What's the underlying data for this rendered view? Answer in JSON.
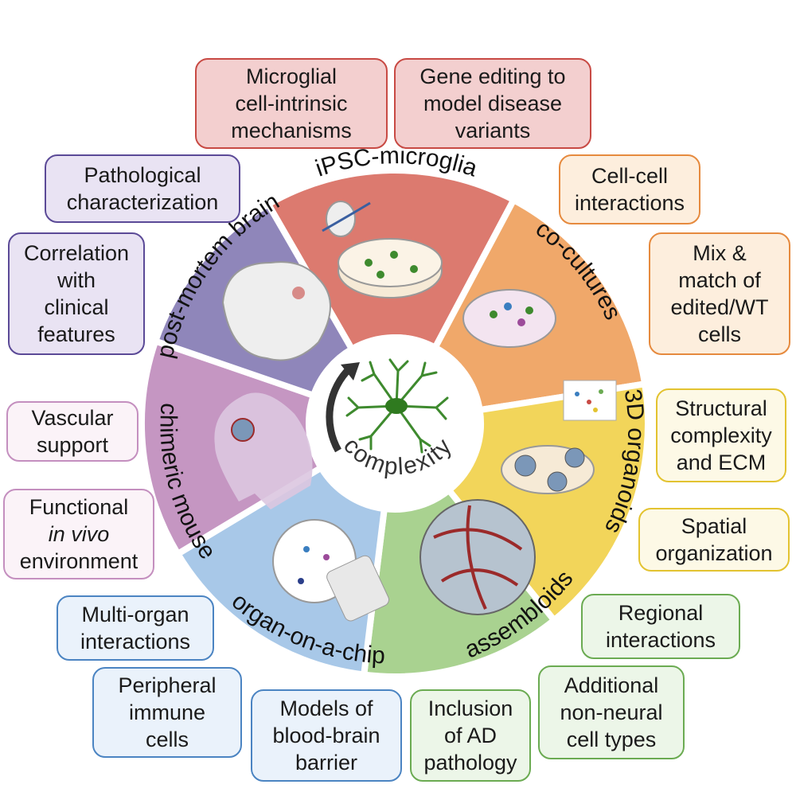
{
  "center": {
    "label": "complexity"
  },
  "segments": [
    {
      "label": "iPSC-microglia",
      "color": "#dc7a6f"
    },
    {
      "label": "co-cultures",
      "color": "#f0a86a"
    },
    {
      "label": "3D organoids",
      "color": "#f2d55a"
    },
    {
      "label": "assembloids",
      "color": "#a9d290"
    },
    {
      "label": "organ-on-a-chip",
      "color": "#a8c8e8"
    },
    {
      "label": "chimeric mouse",
      "color": "#c596c2"
    },
    {
      "label": "post-mortem brain",
      "color": "#8f86ba"
    }
  ],
  "boxes": {
    "b1": {
      "lines": [
        "Microglial",
        "cell-intrinsic",
        "mechanisms"
      ]
    },
    "b2": {
      "lines": [
        "Gene editing to",
        "model disease",
        "variants"
      ]
    },
    "b3": {
      "lines": [
        "Cell-cell",
        "interactions"
      ]
    },
    "b4": {
      "lines": [
        "Mix &",
        "match of",
        "edited/WT",
        "cells"
      ]
    },
    "b5": {
      "lines": [
        "Structural",
        "complexity",
        "and ECM"
      ]
    },
    "b6": {
      "lines": [
        "Spatial",
        "organization"
      ]
    },
    "b7": {
      "lines": [
        "Regional",
        "interactions"
      ]
    },
    "b8": {
      "lines": [
        "Additional",
        "non-neural",
        "cell types"
      ]
    },
    "b9": {
      "lines": [
        "Inclusion",
        "of AD",
        "pathology"
      ]
    },
    "b10": {
      "lines": [
        "Models of",
        "blood-brain",
        "barrier"
      ]
    },
    "b11": {
      "lines": [
        "Peripheral",
        "immune",
        "cells"
      ]
    },
    "b12": {
      "lines": [
        "Multi-organ",
        "interactions"
      ]
    },
    "b13": {
      "lines": [
        "Functional",
        "in vivo",
        "environment"
      ]
    },
    "b14": {
      "lines": [
        "Vascular",
        "support"
      ]
    },
    "b15": {
      "lines": [
        "Correlation",
        "with",
        "clinical",
        "features"
      ]
    },
    "b16": {
      "lines": [
        "Pathological",
        "characterization"
      ]
    }
  }
}
